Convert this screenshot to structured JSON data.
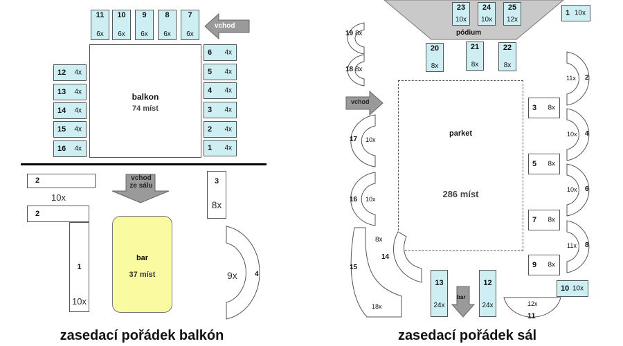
{
  "balcony": {
    "title": "zasedací pořádek balkón",
    "area_label": "balkon",
    "area_capacity": "74 míst",
    "entrance": "vchod",
    "entrance_hall": "vchod ze sálu",
    "top_tables": [
      {
        "num": "11",
        "cap": "6x"
      },
      {
        "num": "10",
        "cap": "6x"
      },
      {
        "num": "9",
        "cap": "6x"
      },
      {
        "num": "8",
        "cap": "6x"
      },
      {
        "num": "7",
        "cap": "6x"
      }
    ],
    "left_tables": [
      {
        "num": "12",
        "cap": "4x"
      },
      {
        "num": "13",
        "cap": "4x"
      },
      {
        "num": "14",
        "cap": "4x"
      },
      {
        "num": "15",
        "cap": "4x"
      },
      {
        "num": "16",
        "cap": "4x"
      }
    ],
    "right_tables": [
      {
        "num": "6",
        "cap": "4x"
      },
      {
        "num": "5",
        "cap": "4x"
      },
      {
        "num": "4",
        "cap": "4x"
      },
      {
        "num": "3",
        "cap": "4x"
      },
      {
        "num": "2",
        "cap": "4x"
      },
      {
        "num": "1",
        "cap": "4x"
      }
    ],
    "lower_tables": {
      "t2a": {
        "num": "2",
        "cap": "10x"
      },
      "t2b": {
        "num": "2"
      },
      "t1": {
        "num": "1",
        "cap": "10x"
      },
      "t3": {
        "num": "3",
        "cap": "8x"
      },
      "t4": {
        "num": "4",
        "cap": "9x"
      }
    },
    "bar": {
      "label": "bar",
      "capacity": "37 míst"
    }
  },
  "hall": {
    "title": "zasedací pořádek sál",
    "area_label": "parket",
    "area_capacity": "286 míst",
    "stage": "pódium",
    "entrance": "vchod",
    "bar": "bar",
    "stage_tables": [
      {
        "num": "23",
        "cap": "10x"
      },
      {
        "num": "24",
        "cap": "10x"
      },
      {
        "num": "25",
        "cap": "12x"
      }
    ],
    "front_tables": [
      {
        "num": "20",
        "cap": "8x"
      },
      {
        "num": "21",
        "cap": "8x"
      },
      {
        "num": "22",
        "cap": "8x"
      }
    ],
    "t1": {
      "num": "1",
      "cap": "10x"
    },
    "t10": {
      "num": "10",
      "cap": "10x"
    },
    "t12": {
      "num": "12",
      "cap": "24x"
    },
    "t13": {
      "num": "13",
      "cap": "24x"
    },
    "square_tables": [
      {
        "num": "3",
        "cap": "8x"
      },
      {
        "num": "5",
        "cap": "8x"
      },
      {
        "num": "7",
        "cap": "8x"
      },
      {
        "num": "9",
        "cap": "8x"
      }
    ],
    "right_arcs": [
      {
        "num": "2",
        "cap": "11x"
      },
      {
        "num": "4",
        "cap": "10x"
      },
      {
        "num": "6",
        "cap": "10x"
      },
      {
        "num": "8",
        "cap": "11x"
      }
    ],
    "left_arcs": [
      {
        "num": "19",
        "cap": "8x"
      },
      {
        "num": "18",
        "cap": "8x"
      },
      {
        "num": "17",
        "cap": "10x"
      },
      {
        "num": "16",
        "cap": "10x"
      }
    ],
    "t15": {
      "num": "15",
      "cap": "18x"
    },
    "t14": {
      "num": "14",
      "cap": "8x"
    },
    "t11": {
      "num": "11",
      "cap": "12x"
    }
  }
}
